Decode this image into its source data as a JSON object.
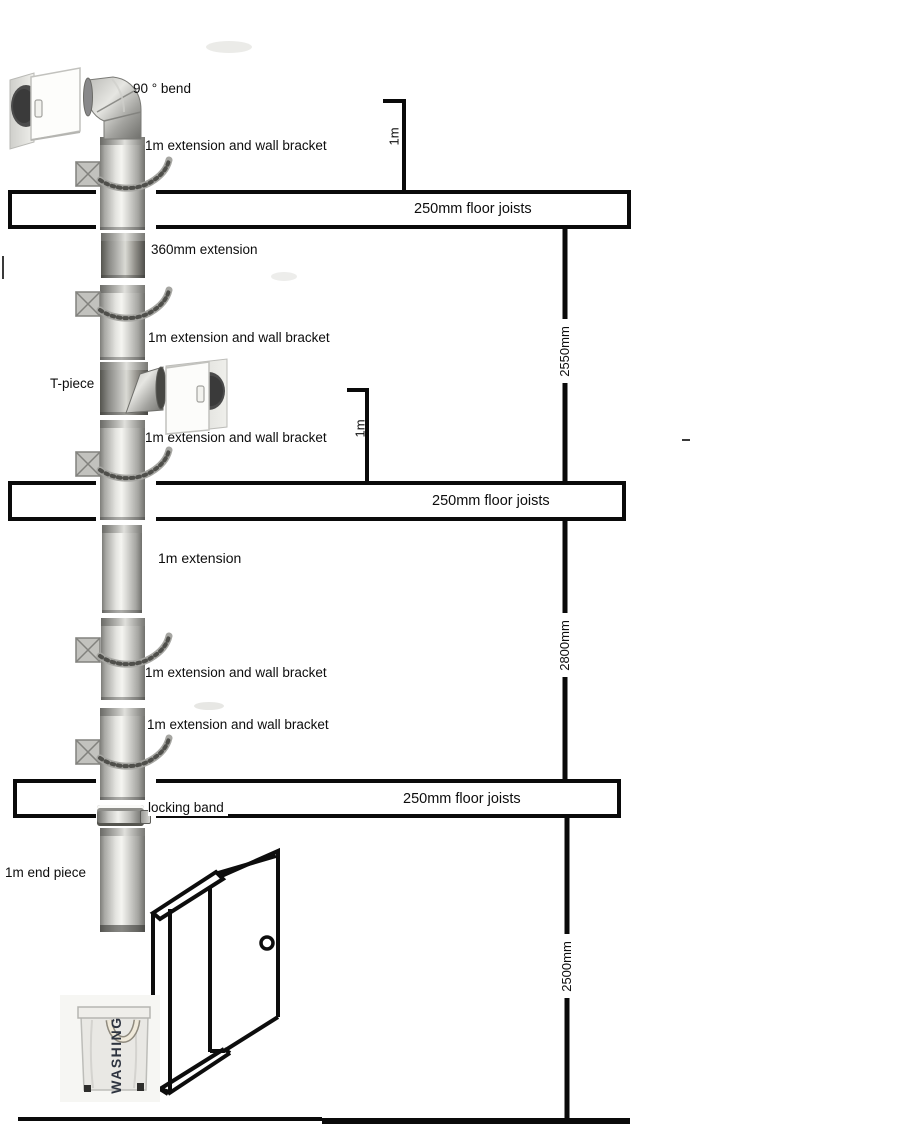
{
  "diagram": {
    "labels": {
      "bend": "90 ° bend",
      "ext_bracket": "1m extension and wall bracket",
      "floor_joists": "250mm floor joists",
      "ext_360": "360mm extension",
      "t_piece": "T-piece",
      "ext_1m": "1m extension",
      "locking_band": "locking band",
      "end_piece": "1m end piece",
      "washing": "WASHING"
    },
    "dimensions": {
      "one_m": "1m",
      "floor1_to_floor2": "2550mm",
      "floor2_to_floor3": "2800mm",
      "floor3_to_ground": "2500mm"
    },
    "components": [
      "chute-intake-hatch",
      "90-degree-bend",
      "extension-pipe",
      "wall-bracket",
      "360mm-extension",
      "t-piece",
      "t-piece-hatch",
      "locking-band",
      "end-piece",
      "floor-joists",
      "laundry-basket",
      "open-door",
      "ground-line"
    ],
    "colors": {
      "line": "#0a0a0a",
      "pipe_light": "#f5f5f1",
      "pipe_mid": "#c4c4c0",
      "pipe_dark": "#55554f",
      "hatch_hole": "#4b4b4b",
      "basket_fabric": "#e9e8e4",
      "basket_text": "#2e3440"
    }
  }
}
